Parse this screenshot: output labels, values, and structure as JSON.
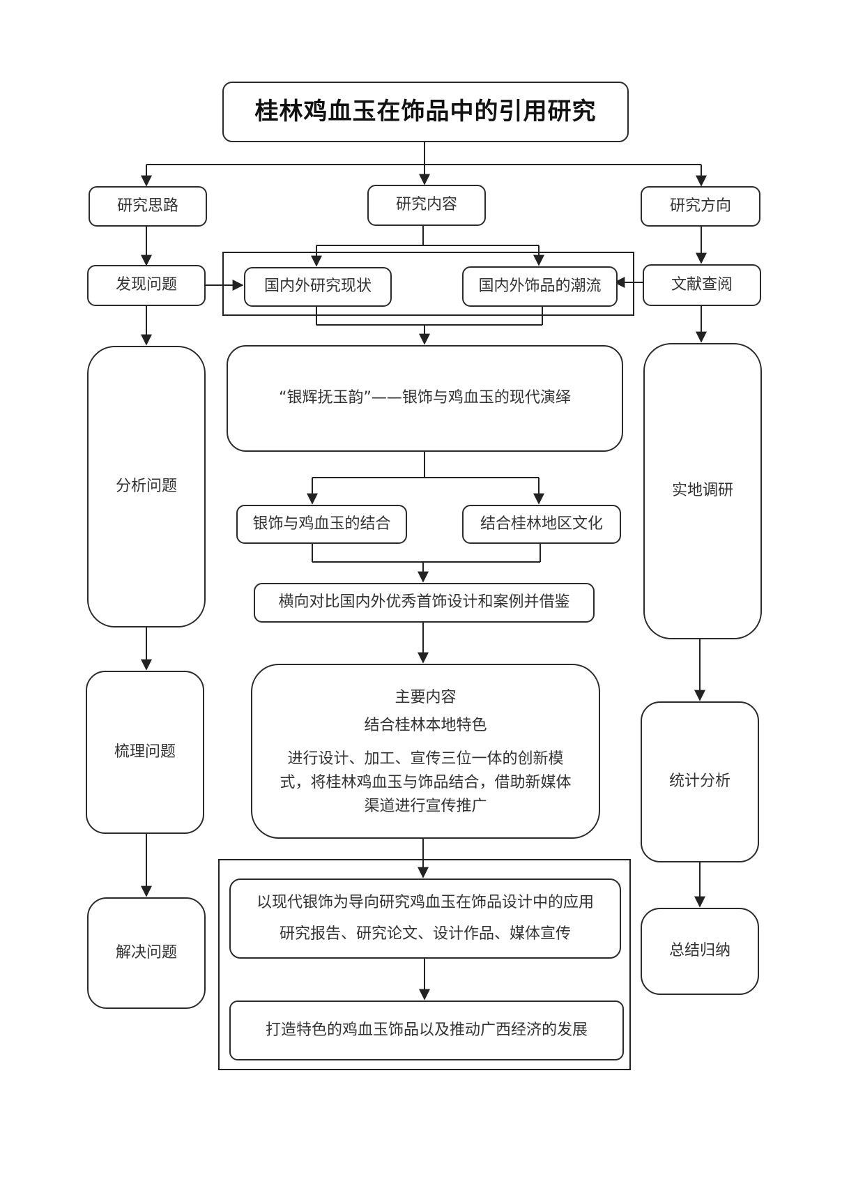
{
  "title": "桂林鸡血玉在饰品中的引用研究",
  "columns": {
    "left_header": "研究思路",
    "center_header": "研究内容",
    "right_header": "研究方向"
  },
  "left": {
    "step1": "发现问题",
    "step2": "分析问题",
    "step3": "梳理问题",
    "step4": "解决问题"
  },
  "right": {
    "step1": "文献查阅",
    "step2": "实地调研",
    "step3": "统计分析",
    "step4": "总结归纳"
  },
  "center": {
    "research_status": "国内外研究现状",
    "jewelry_trend": "国内外饰品的潮流",
    "theme": "“银辉抚玉韵”——银饰与鸡血玉的现代演绎",
    "combine_silver": "银饰与鸡血玉的结合",
    "combine_culture": "结合桂林地区文化",
    "compare": "横向对比国内外优秀首饰设计和案例并借鉴",
    "main": {
      "heading": "主要内容",
      "subheading": "结合桂林本地特色",
      "body": "进行设计、加工、宣传三位一体的创新模式，将桂林鸡血玉与饰品结合，借助新媒体渠道进行宣传推广"
    },
    "outcome": {
      "line1": "以现代银饰为导向研究鸡血玉在饰品设计中的应用",
      "line2": "研究报告、研究论文、设计作品、媒体宣传"
    },
    "goal": "打造特色的鸡血玉饰品以及推动广西经济的发展"
  }
}
